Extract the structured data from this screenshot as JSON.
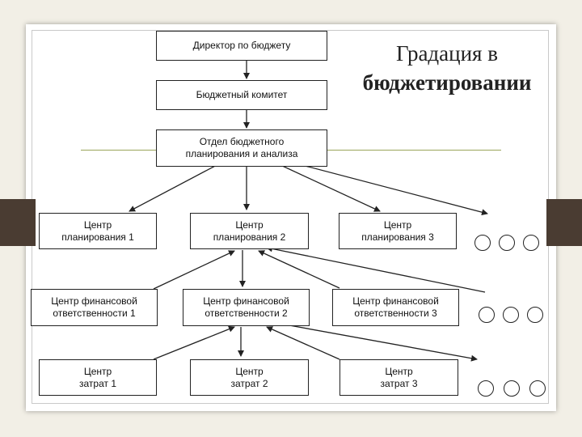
{
  "title": {
    "line1": "Градация в",
    "line2": "бюджетировании"
  },
  "boxes": {
    "director": "Директор по бюджету",
    "committee": "Бюджетный комитет",
    "department": "Отдел бюджетного\nпланирования и анализа",
    "planning1": "Центр\nпланирования 1",
    "planning2": "Центр\nпланирования 2",
    "planning3": "Центр\nпланирования 3",
    "financial1": "Центр финансовой\nответственности 1",
    "financial2": "Центр финансовой\nответственности 2",
    "financial3": "Центр финансовой\nответственности 3",
    "cost1": "Центр\nзатрат 1",
    "cost2": "Центр\nзатрат 2",
    "cost3": "Центр\nзатрат 3"
  },
  "colors": {
    "background": "#f2efe6",
    "accent_line": "#9aa55a",
    "side_tabs": "#4a3c32"
  }
}
